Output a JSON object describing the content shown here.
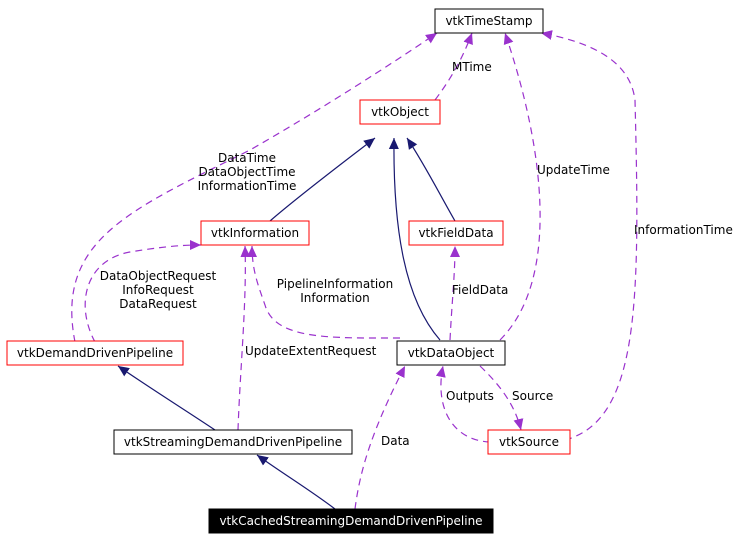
{
  "diagram": {
    "colors": {
      "inheritance": "#191970",
      "usage": "#9a32cd",
      "box_red": "#ff0000",
      "box_black": "#000000"
    },
    "nodes": {
      "time_stamp": "vtkTimeStamp",
      "object": "vtkObject",
      "information": "vtkInformation",
      "field_data": "vtkFieldData",
      "demand_driven": "vtkDemandDrivenPipeline",
      "data_object": "vtkDataObject",
      "streaming": "vtkStreamingDemandDrivenPipeline",
      "source": "vtkSource",
      "cached": "vtkCachedStreamingDemandDrivenPipeline"
    },
    "edge_labels": {
      "mtime": "MTime",
      "data_time": [
        "DataTime",
        "DataObjectTime",
        "InformationTime"
      ],
      "update_time": "UpdateTime",
      "information_time": "InformationTime",
      "requests": [
        "DataObjectRequest",
        "InfoRequest",
        "DataRequest"
      ],
      "pipeline_info": [
        "PipelineInformation",
        "Information"
      ],
      "field_data": "FieldData",
      "update_extent": "UpdateExtentRequest",
      "outputs": "Outputs",
      "source": "Source",
      "data": "Data"
    }
  }
}
